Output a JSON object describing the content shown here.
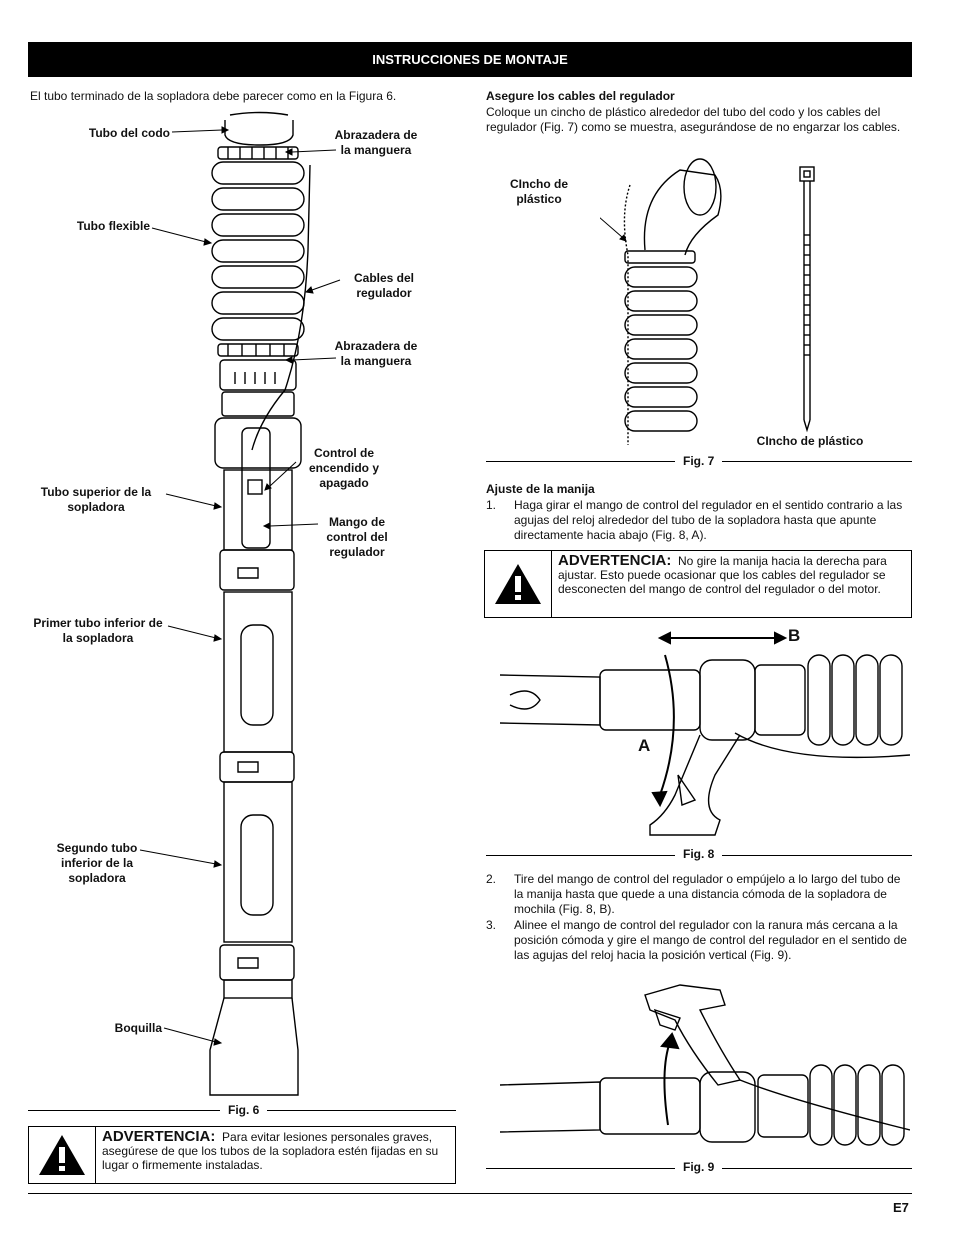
{
  "header": {
    "title": "INSTRUCCIONES DE MONTAJE"
  },
  "left": {
    "intro": "El tubo terminado de la sopladora debe parecer como en la Figura 6.",
    "labels": {
      "tubo_codo": "Tubo del codo",
      "abrazadera1": "Abrazadera de la manguera",
      "tubo_flexible": "Tubo flexible",
      "cables": "Cables del regulador",
      "abrazadera2": "Abrazadera de la manguera",
      "control": "Control de encendido y apagado",
      "tubo_superior": "Tubo superior de la sopladora",
      "mango": "Mango de control del regulador",
      "primer_tubo": "Primer tubo inferior de la sopladora",
      "segundo_tubo": "Segundo tubo inferior de la sopladora",
      "boquilla": "Boquilla"
    },
    "fig_caption": "Fig. 6",
    "warning": {
      "title": "ADVERTENCIA:",
      "text": "Para evitar lesiones personales graves, asegúrese de que los tubos de la sopladora estén fijadas en su lugar o firmemente instaladas."
    }
  },
  "right": {
    "section1": {
      "title": "Asegure los cables del regulador",
      "body": "Coloque un cincho de plástico alrededor del tubo del codo y los cables del regulador (Fig. 7) como se muestra, asegurándose de no engarzar los cables."
    },
    "fig7": {
      "label1": "CIncho de plástico",
      "label2": "CIncho de plástico",
      "caption": "Fig. 7"
    },
    "section2": {
      "title": "Ajuste de la manija",
      "step1_num": "1.",
      "step1": "Haga girar el mango de control del regulador en el sentido contrario a las agujas del reloj alrededor del tubo de la sopladora hasta que apunte directamente hacia abajo (Fig. 8, A)."
    },
    "warning": {
      "title": "ADVERTENCIA:",
      "text": "No gire la manija hacia la derecha para ajustar.  Esto puede ocasionar que los cables del regulador se desconecten del mango de control del regulador o del motor."
    },
    "fig8": {
      "label_a": "A",
      "label_b": "B",
      "caption": "Fig. 8"
    },
    "step2_num": "2.",
    "step2": "Tire del mango de control del regulador o empújelo a lo largo del tubo de la manija hasta que quede a una distancia cómoda de la sopladora de mochila (Fig. 8, B).",
    "step3_num": "3.",
    "step3": "Alinee el mango de control del regulador con la ranura más cercana a la posición cómoda y gire el mango de control del regulador en el sentido de las agujas del reloj hacia la posición vertical (Fig. 9).",
    "fig9": {
      "caption": "Fig. 9"
    }
  },
  "footer": {
    "page": "E7"
  }
}
